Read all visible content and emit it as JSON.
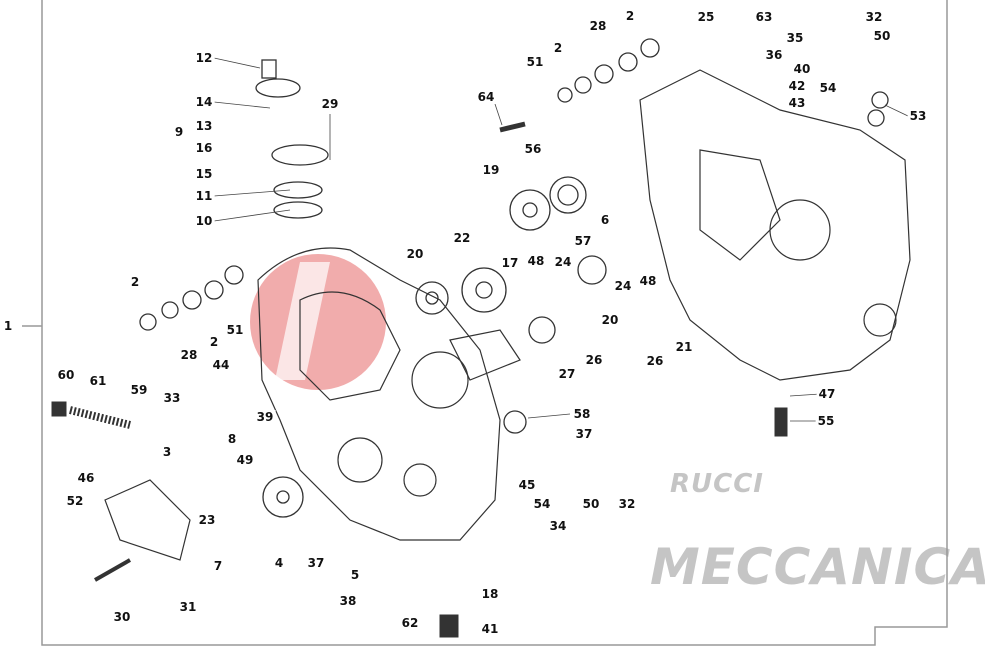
{
  "diagram": {
    "watermark": "MECCANICA",
    "accent_color": "#e04848",
    "labels": [
      "1",
      "2",
      "25",
      "63",
      "32",
      "35",
      "28",
      "2",
      "51",
      "50",
      "36",
      "40",
      "42",
      "43",
      "54",
      "53",
      "64",
      "12",
      "29",
      "14",
      "13",
      "9",
      "16",
      "15",
      "11",
      "10",
      "56",
      "19",
      "6",
      "57",
      "22",
      "20",
      "17",
      "48",
      "24",
      "2",
      "51",
      "28",
      "2",
      "24",
      "48",
      "20",
      "26",
      "27",
      "26",
      "21",
      "44",
      "60",
      "61",
      "59",
      "33",
      "39",
      "8",
      "58",
      "37",
      "47",
      "55",
      "3",
      "49",
      "46",
      "52",
      "45",
      "54",
      "50",
      "32",
      "23",
      "34",
      "4",
      "37",
      "7",
      "5",
      "18",
      "38",
      "31",
      "30",
      "62",
      "41"
    ]
  }
}
